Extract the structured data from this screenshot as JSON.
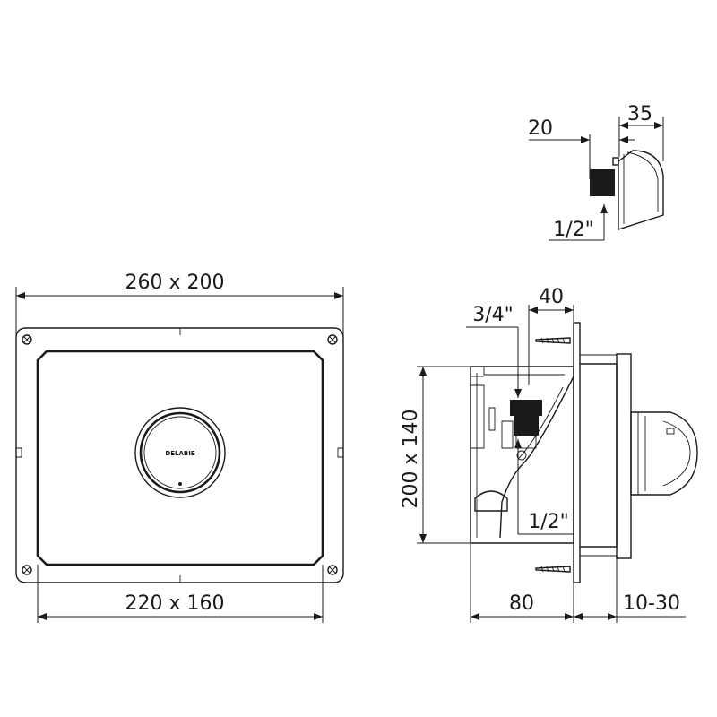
{
  "dimensions": {
    "front_outer": "260 x 200",
    "front_inner": "220 x 160",
    "side_height": "200 x 140",
    "side_depth": "80",
    "side_wall": "10-30",
    "side_offset": "40",
    "thread_top": "3/4\"",
    "thread_bottom": "1/2\"",
    "button_depth": "20",
    "button_width": "35",
    "button_thread": "1/2\""
  },
  "brand": {
    "logo_text": "DELABIE"
  },
  "colors": {
    "line": "#1a1a1a",
    "background": "#ffffff"
  }
}
